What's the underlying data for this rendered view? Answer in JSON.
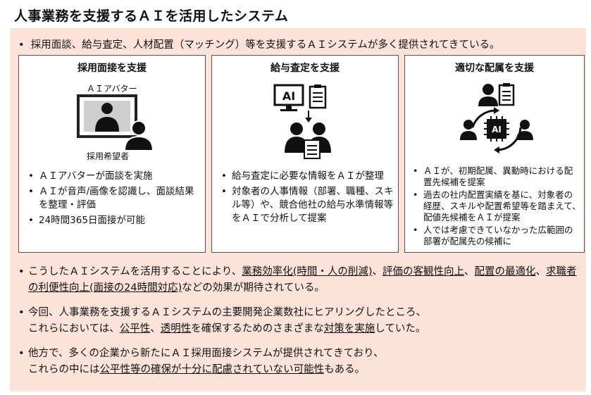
{
  "title": "人事業務を支援するＡＩを活用したシステム",
  "intro": "採用面談、給与査定、人材配置（マッチング）等を支援するＡＩシステムが多く提供されてきている。",
  "boxes": [
    {
      "title": "採用面接を支援",
      "avatar_label": "ＡＩアバター",
      "candidate_label": "採用希望者",
      "points": [
        "ＡＩアバターが面談を実施",
        "ＡＩが音声/画像を認識し、面談結果を整理・評価",
        "24時間365日面接が可能"
      ]
    },
    {
      "title": "給与査定を支援",
      "ai_text": "AI",
      "points": [
        "給与査定に必要な情報をＡＩが整理",
        "対象者の人事情報（部署、職種、スキル等）や、競合他社の給与水準情報等をＡＩで分析して提案"
      ]
    },
    {
      "title": "適切な配属を支援",
      "ai_text": "AI",
      "points": [
        "ＡＩが、初期配属、異動時における配置先候補を提案",
        "過去の社内配置実績を基に、対象者の経歴、スキルや配置希望等を踏まえて、配値先候補をＡＩが提案",
        "人では考慮できていなかった広範囲の部署が配属先の候補に"
      ]
    }
  ],
  "bottom": {
    "p1": {
      "a": "こうしたＡＩシステムを活用することにより、",
      "u1": "業務効率化(時間・人の削減)",
      "b": "、",
      "u2": "評価の客観性向上",
      "c": "、",
      "u3": "配置の最適化",
      "d": "、",
      "u4": "求職者の利便性向上(面接の24時間対応)",
      "e": "などの効果が期待されている。"
    },
    "p2": {
      "a": "今回、人事業務を支援するＡＩシステムの主要開発企業数社にヒアリングしたところ、",
      "b": "これらにおいては、",
      "u1": "公平性",
      "c": "、",
      "u2": "透明性",
      "d": "を確保するためのさまざまな",
      "u3": "対策を実施",
      "e": "していた。"
    },
    "p3": {
      "a": "他方で、多くの企業から新たにＡＩ採用面接システムが提供されてきており、",
      "b": "これらの中には",
      "u1": "公平性等の確保が十分に配慮されていない可能性",
      "c": "もある。"
    }
  }
}
